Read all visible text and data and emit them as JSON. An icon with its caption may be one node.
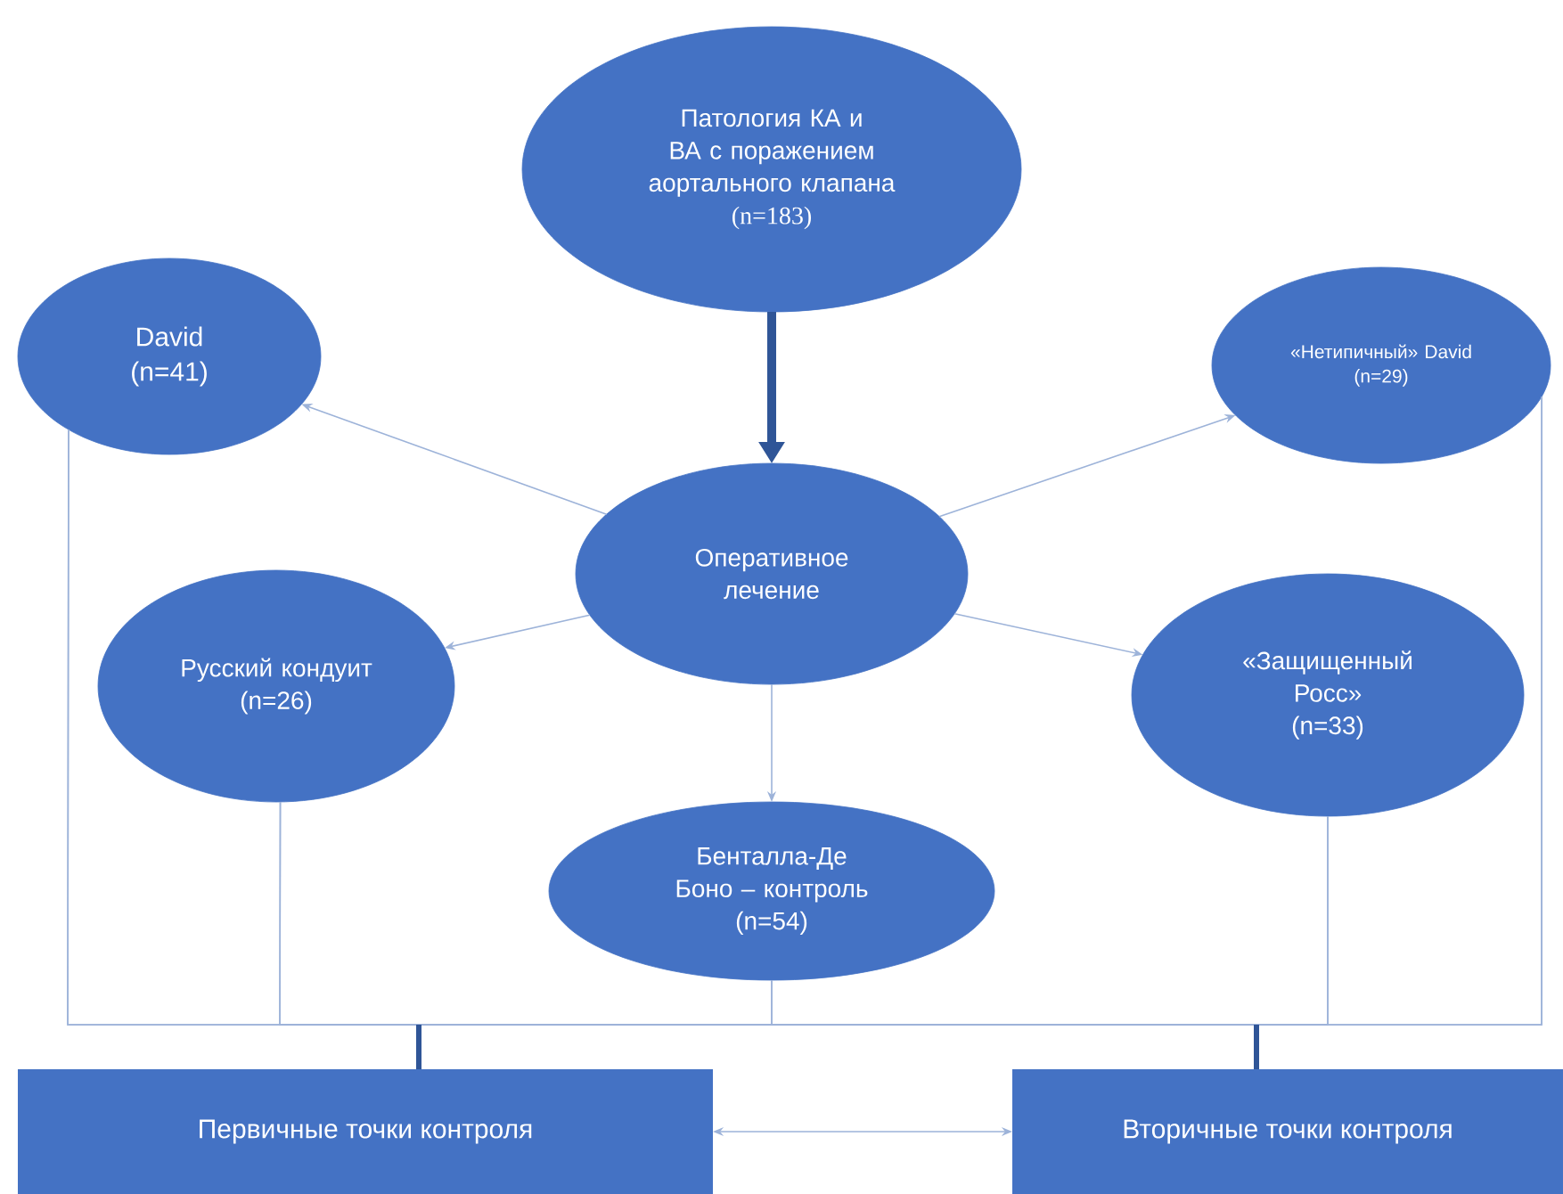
{
  "diagram": {
    "nodes": [
      {
        "text": [
          "Патология КА и ВА с поражением аортального клапана",
          "(n=183)"
        ]
      },
      {
        "text": [
          "David",
          "(n=41)"
        ]
      },
      {
        "text": [
          "«Нетипичный» David",
          "(n=29)"
        ]
      },
      {
        "text": [
          "Оперативное лечение"
        ]
      },
      {
        "text": [
          "Русский кондуит",
          "(n=26)"
        ]
      },
      {
        "text": [
          "«Защищенный Росс»",
          "(n=33)"
        ]
      },
      {
        "text": [
          "Бенталла-Де Боно – контроль",
          "(n=54)"
        ]
      },
      {
        "text": [
          "Первичные точки контроля"
        ]
      },
      {
        "text": [
          "Вторичные точки контроля"
        ]
      }
    ],
    "edges": [
      {
        "from": 0,
        "to": 3,
        "arrow": "to",
        "style": "thick",
        "color": "#2f5597"
      },
      {
        "from": 3,
        "to": 1,
        "arrow": "to"
      },
      {
        "from": 3,
        "to": 2,
        "arrow": "to"
      },
      {
        "from": 3,
        "to": 4,
        "arrow": "to"
      },
      {
        "from": 3,
        "to": 5,
        "arrow": "to"
      },
      {
        "from": 3,
        "to": 6,
        "arrow": "to"
      },
      {
        "from": 1,
        "to": 7,
        "arrow": "none"
      },
      {
        "from": 1,
        "to": 8,
        "arrow": "none"
      },
      {
        "from": 4,
        "to": 7,
        "arrow": "none"
      },
      {
        "from": 4,
        "to": 8,
        "arrow": "none"
      },
      {
        "from": 6,
        "to": 7,
        "arrow": "none"
      },
      {
        "from": 6,
        "to": 8,
        "arrow": "none"
      },
      {
        "from": 5,
        "to": 7,
        "arrow": "none"
      },
      {
        "from": 5,
        "to": 8,
        "arrow": "none"
      },
      {
        "from": 2,
        "to": 7,
        "arrow": "none"
      },
      {
        "from": 2,
        "to": 8,
        "arrow": "none"
      },
      {
        "from": 7,
        "to": 8,
        "arrow": "both"
      }
    ]
  }
}
